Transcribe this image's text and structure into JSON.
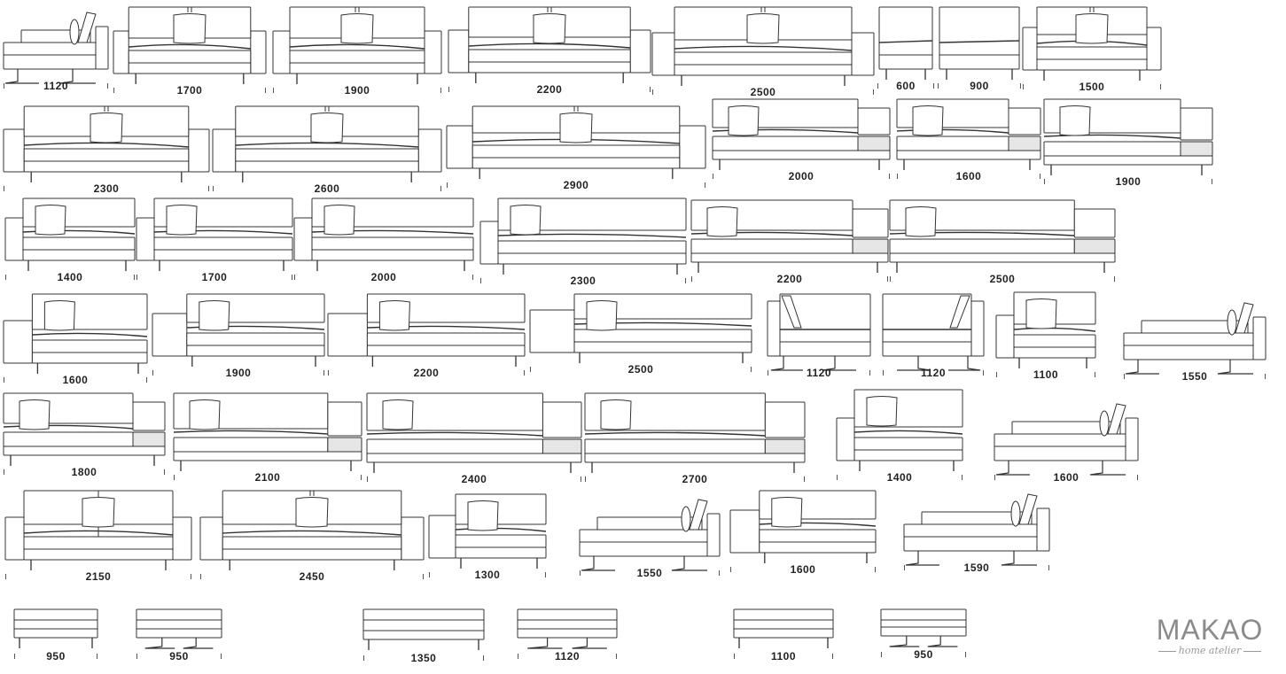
{
  "brand": {
    "name": "MAKAO",
    "tagline": "home atelier"
  },
  "modules": [
    {
      "w": "1120",
      "t": "chaise"
    },
    {
      "w": "1700",
      "t": "sofa"
    },
    {
      "w": "1900",
      "t": "sofa"
    },
    {
      "w": "2200",
      "t": "sofa"
    },
    {
      "w": "2500",
      "t": "sofa"
    },
    {
      "w": "600",
      "t": "seat"
    },
    {
      "w": "900",
      "t": "seat"
    },
    {
      "w": "1500",
      "t": "sofa"
    },
    {
      "w": "2300",
      "t": "sofa"
    },
    {
      "w": "2600",
      "t": "sofa"
    },
    {
      "w": "2900",
      "t": "sofa"
    },
    {
      "w": "2000",
      "t": "corner"
    },
    {
      "w": "1600",
      "t": "corner"
    },
    {
      "w": "1900",
      "t": "corner"
    },
    {
      "w": "1400",
      "t": "armleft"
    },
    {
      "w": "1700",
      "t": "armleft"
    },
    {
      "w": "2000",
      "t": "armleft"
    },
    {
      "w": "2300",
      "t": "armleft"
    },
    {
      "w": "2200",
      "t": "corner"
    },
    {
      "w": "2500",
      "t": "corner"
    },
    {
      "w": "1600",
      "t": "sideleft"
    },
    {
      "w": "1900",
      "t": "sideleft"
    },
    {
      "w": "2200",
      "t": "sideleft"
    },
    {
      "w": "2500",
      "t": "sideleft"
    },
    {
      "w": "1120",
      "t": "chairL"
    },
    {
      "w": "1120",
      "t": "chairR"
    },
    {
      "w": "1100",
      "t": "armleft"
    },
    {
      "w": "1550",
      "t": "chaise"
    },
    {
      "w": "1800",
      "t": "corner"
    },
    {
      "w": "2100",
      "t": "corner"
    },
    {
      "w": "2400",
      "t": "corner"
    },
    {
      "w": "2700",
      "t": "corner"
    },
    {
      "w": "1400",
      "t": "armleft"
    },
    {
      "w": "1600",
      "t": "chaise"
    },
    {
      "w": "2150",
      "t": "sofa2"
    },
    {
      "w": "2450",
      "t": "sofa"
    },
    {
      "w": "1300",
      "t": "sideleft"
    },
    {
      "w": "1550",
      "t": "chaise"
    },
    {
      "w": "1600",
      "t": "sideleft"
    },
    {
      "w": "1590",
      "t": "chaise"
    },
    {
      "w": "950",
      "t": "ottoman"
    },
    {
      "w": "950",
      "t": "ottomanS"
    },
    {
      "w": "1350",
      "t": "ottoman"
    },
    {
      "w": "1120",
      "t": "ottomanS"
    },
    {
      "w": "1100",
      "t": "ottoman"
    },
    {
      "w": "950",
      "t": "ottomanS"
    }
  ]
}
